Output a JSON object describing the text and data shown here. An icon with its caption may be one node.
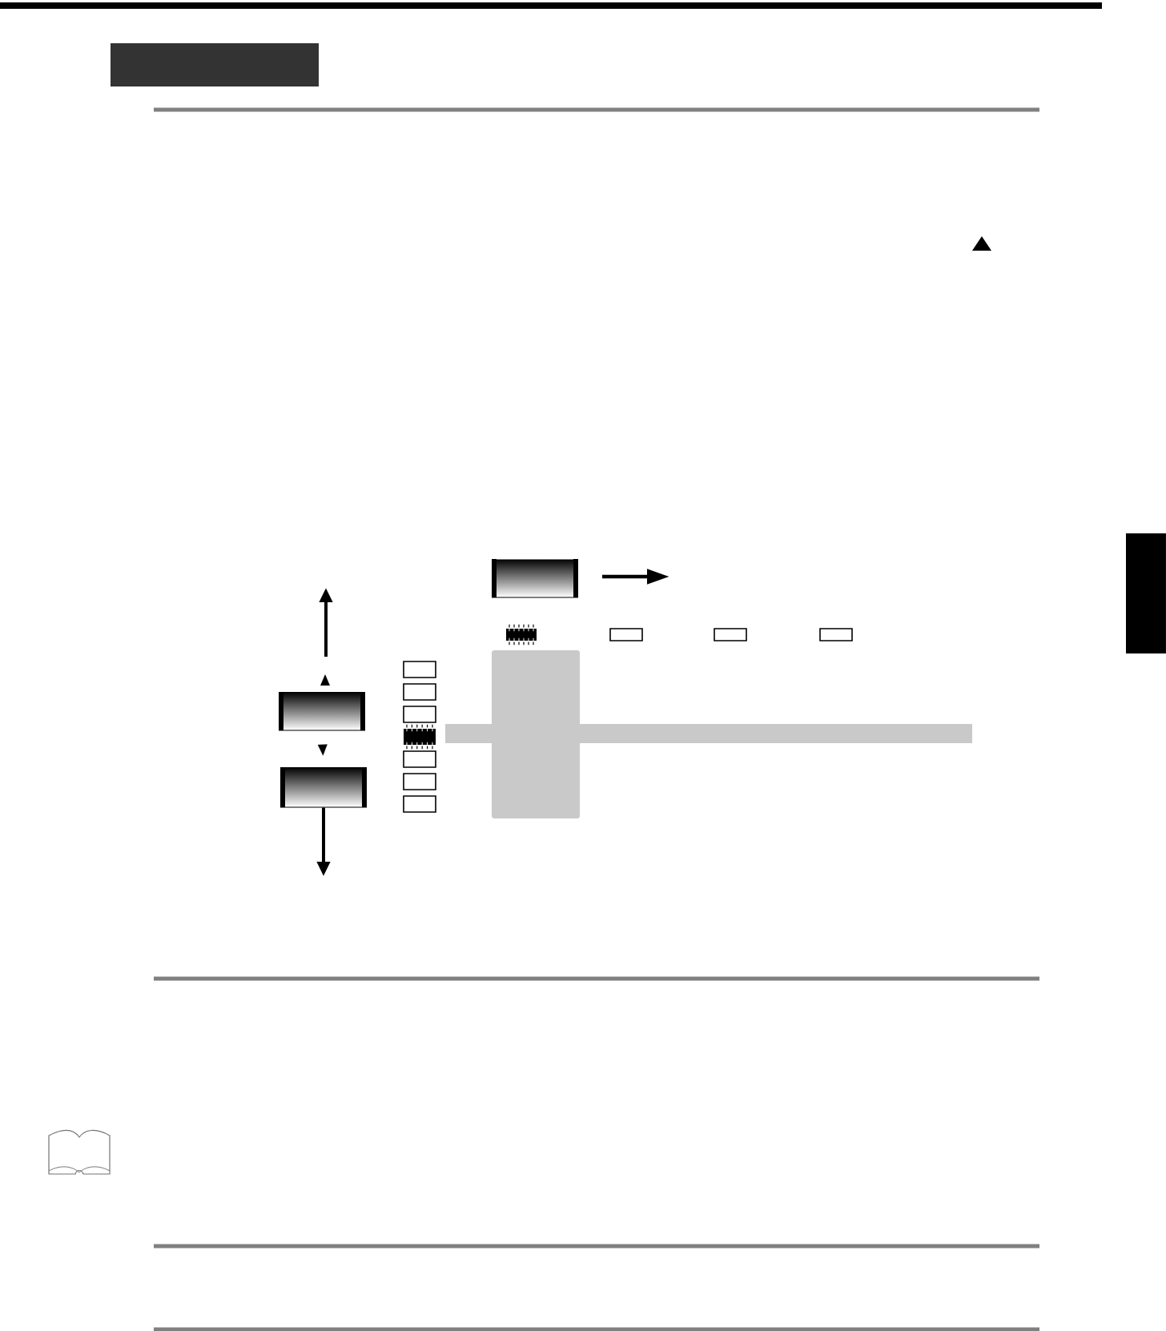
{
  "diagram": {
    "nodes": [
      {
        "text": [],
        "shape": "box"
      },
      {
        "text": [],
        "shape": "bar"
      },
      {
        "text": [],
        "shape": "button"
      },
      {
        "text": [],
        "shape": "button"
      },
      {
        "text": [],
        "shape": "button"
      }
    ],
    "edges": [
      {
        "from": 3,
        "to": 4,
        "arrow": "to"
      },
      {
        "from": 4,
        "to": null,
        "arrow": "to"
      }
    ]
  }
}
